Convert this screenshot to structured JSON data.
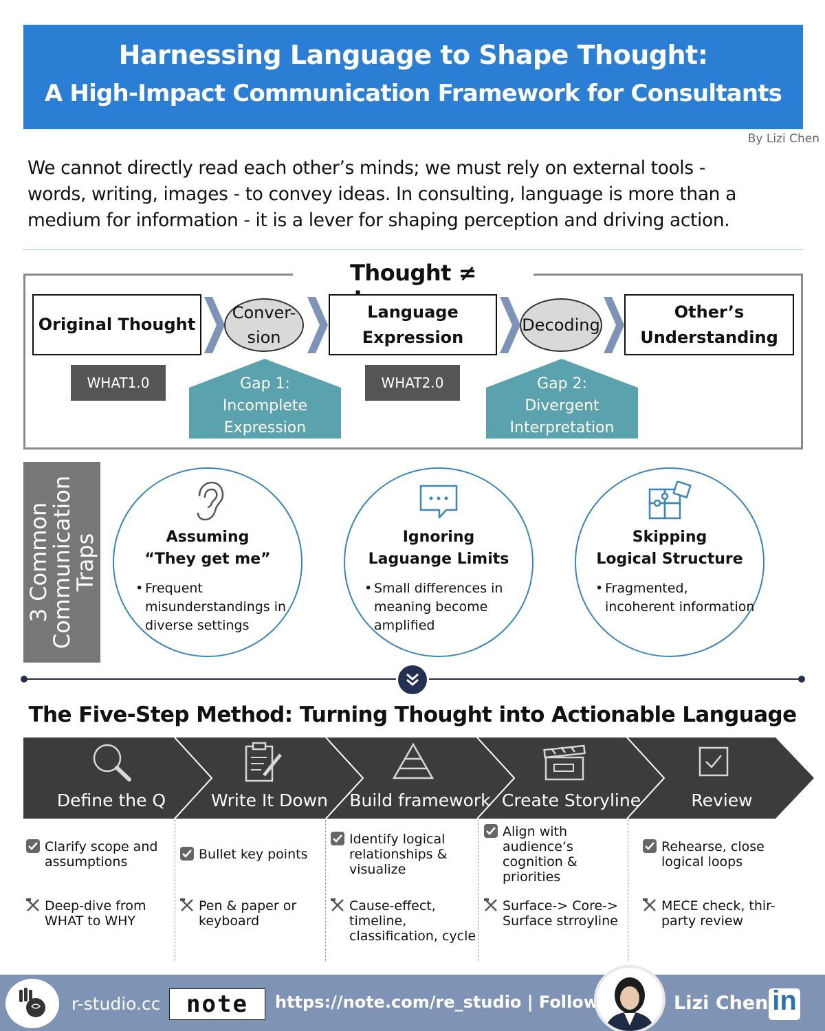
{
  "header": {
    "title_line1": "Harnessing Language to Shape Thought:",
    "title_line2": "A High-Impact Communication Framework for Consultants",
    "byline": "By Lizi Chen"
  },
  "intro": {
    "line1": "We cannot directly read each other’s minds; we must rely on external tools -",
    "line2": "words, writing, images - to convey ideas. In consulting, language is more than a",
    "line3": "medium for information - it is a lever for shaping perception and driving action."
  },
  "flow": {
    "title": "Thought ≠ Language",
    "original_thought": "Original Thought",
    "conversion_line1": "Conver-",
    "conversion_line2": "sion",
    "language_line1": "Language",
    "language_line2": "Expression",
    "decoding": "Decoding",
    "other_line1": "Other’s",
    "other_line2": "Understanding",
    "what1": "WHAT1.0",
    "what2": "WHAT2.0",
    "gap1_line1": "Gap 1:",
    "gap1_line2": "Incomplete",
    "gap1_line3": "Expression",
    "gap2_line1": "Gap 2:",
    "gap2_line2": "Divergent",
    "gap2_line3": "Interpretation",
    "colors": {
      "teal": "#5aa3ae",
      "dark_tag": "#555555",
      "oval_fill": "#d9d9d9",
      "chevron": "#7e93b8"
    }
  },
  "traps": {
    "side_line1": "3 Common",
    "side_line2": "Communication",
    "side_line3": "Traps",
    "items": [
      {
        "icon": "ear-icon",
        "title_line1": "Assuming",
        "title_line2": "“They get me”",
        "bullet_line1": "Frequent",
        "bullet_line2": "misunderstandings in",
        "bullet_line3": "diverse settings"
      },
      {
        "icon": "chat-bubble-icon",
        "title_line1": "Ignoring",
        "title_line2": "Laguange Limits",
        "bullet_line1": "Small differences in",
        "bullet_line2": "meaning become",
        "bullet_line3": "amplified"
      },
      {
        "icon": "puzzle-icon",
        "title_line1": "Skipping",
        "title_line2": "Logical Structure",
        "bullet_line1": "Fragmented,",
        "bullet_line2": "incoherent information",
        "bullet_line3": ""
      }
    ]
  },
  "five_step": {
    "title": "The Five-Step Method: Turning Thought into Actionable Language",
    "band_color": "#3c3c3c",
    "steps": [
      {
        "icon": "magnifier-icon",
        "label": "Define the Q",
        "check_line1": "Clarify scope and",
        "check_line2": "assumptions",
        "check_line3": "",
        "check_line4": "",
        "tool_line1": "Deep-dive from",
        "tool_line2": "WHAT to WHY",
        "tool_line3": ""
      },
      {
        "icon": "clipboard-pen-icon",
        "label": "Write It Down",
        "check_line1": "Bullet key points",
        "check_line2": "",
        "check_line3": "",
        "check_line4": "",
        "tool_line1": "Pen & paper or",
        "tool_line2": "keyboard",
        "tool_line3": ""
      },
      {
        "icon": "pyramid-icon",
        "label": "Build framework",
        "check_line1": "Identify logical",
        "check_line2": "relationships &",
        "check_line3": "visualize",
        "check_line4": "",
        "tool_line1": "Cause-effect,",
        "tool_line2": "timeline,",
        "tool_line3": "classification, cycle"
      },
      {
        "icon": "clapperboard-icon",
        "label": "Create Storyline",
        "check_line1": "Align with",
        "check_line2": "audience’s",
        "check_line3": "cognition &",
        "check_line4": "priorities",
        "tool_line1": "Surface-> Core->",
        "tool_line2": "Surface strroyline",
        "tool_line3": ""
      },
      {
        "icon": "checkbox-icon",
        "label": "Review",
        "check_line1": "Rehearse, close",
        "check_line2": "logical loops",
        "check_line3": "",
        "check_line4": "",
        "tool_line1": "MECE check, thir-",
        "tool_line2": "party review",
        "tool_line3": ""
      }
    ]
  },
  "footer": {
    "site": "r-studio.cc",
    "note_brand": "note",
    "link": "https://note.com/re_studio",
    "separator": "|",
    "follow": "Follow",
    "name": "Lizi Chen",
    "linkedin": "in",
    "bg_color": "#7f93b4"
  }
}
